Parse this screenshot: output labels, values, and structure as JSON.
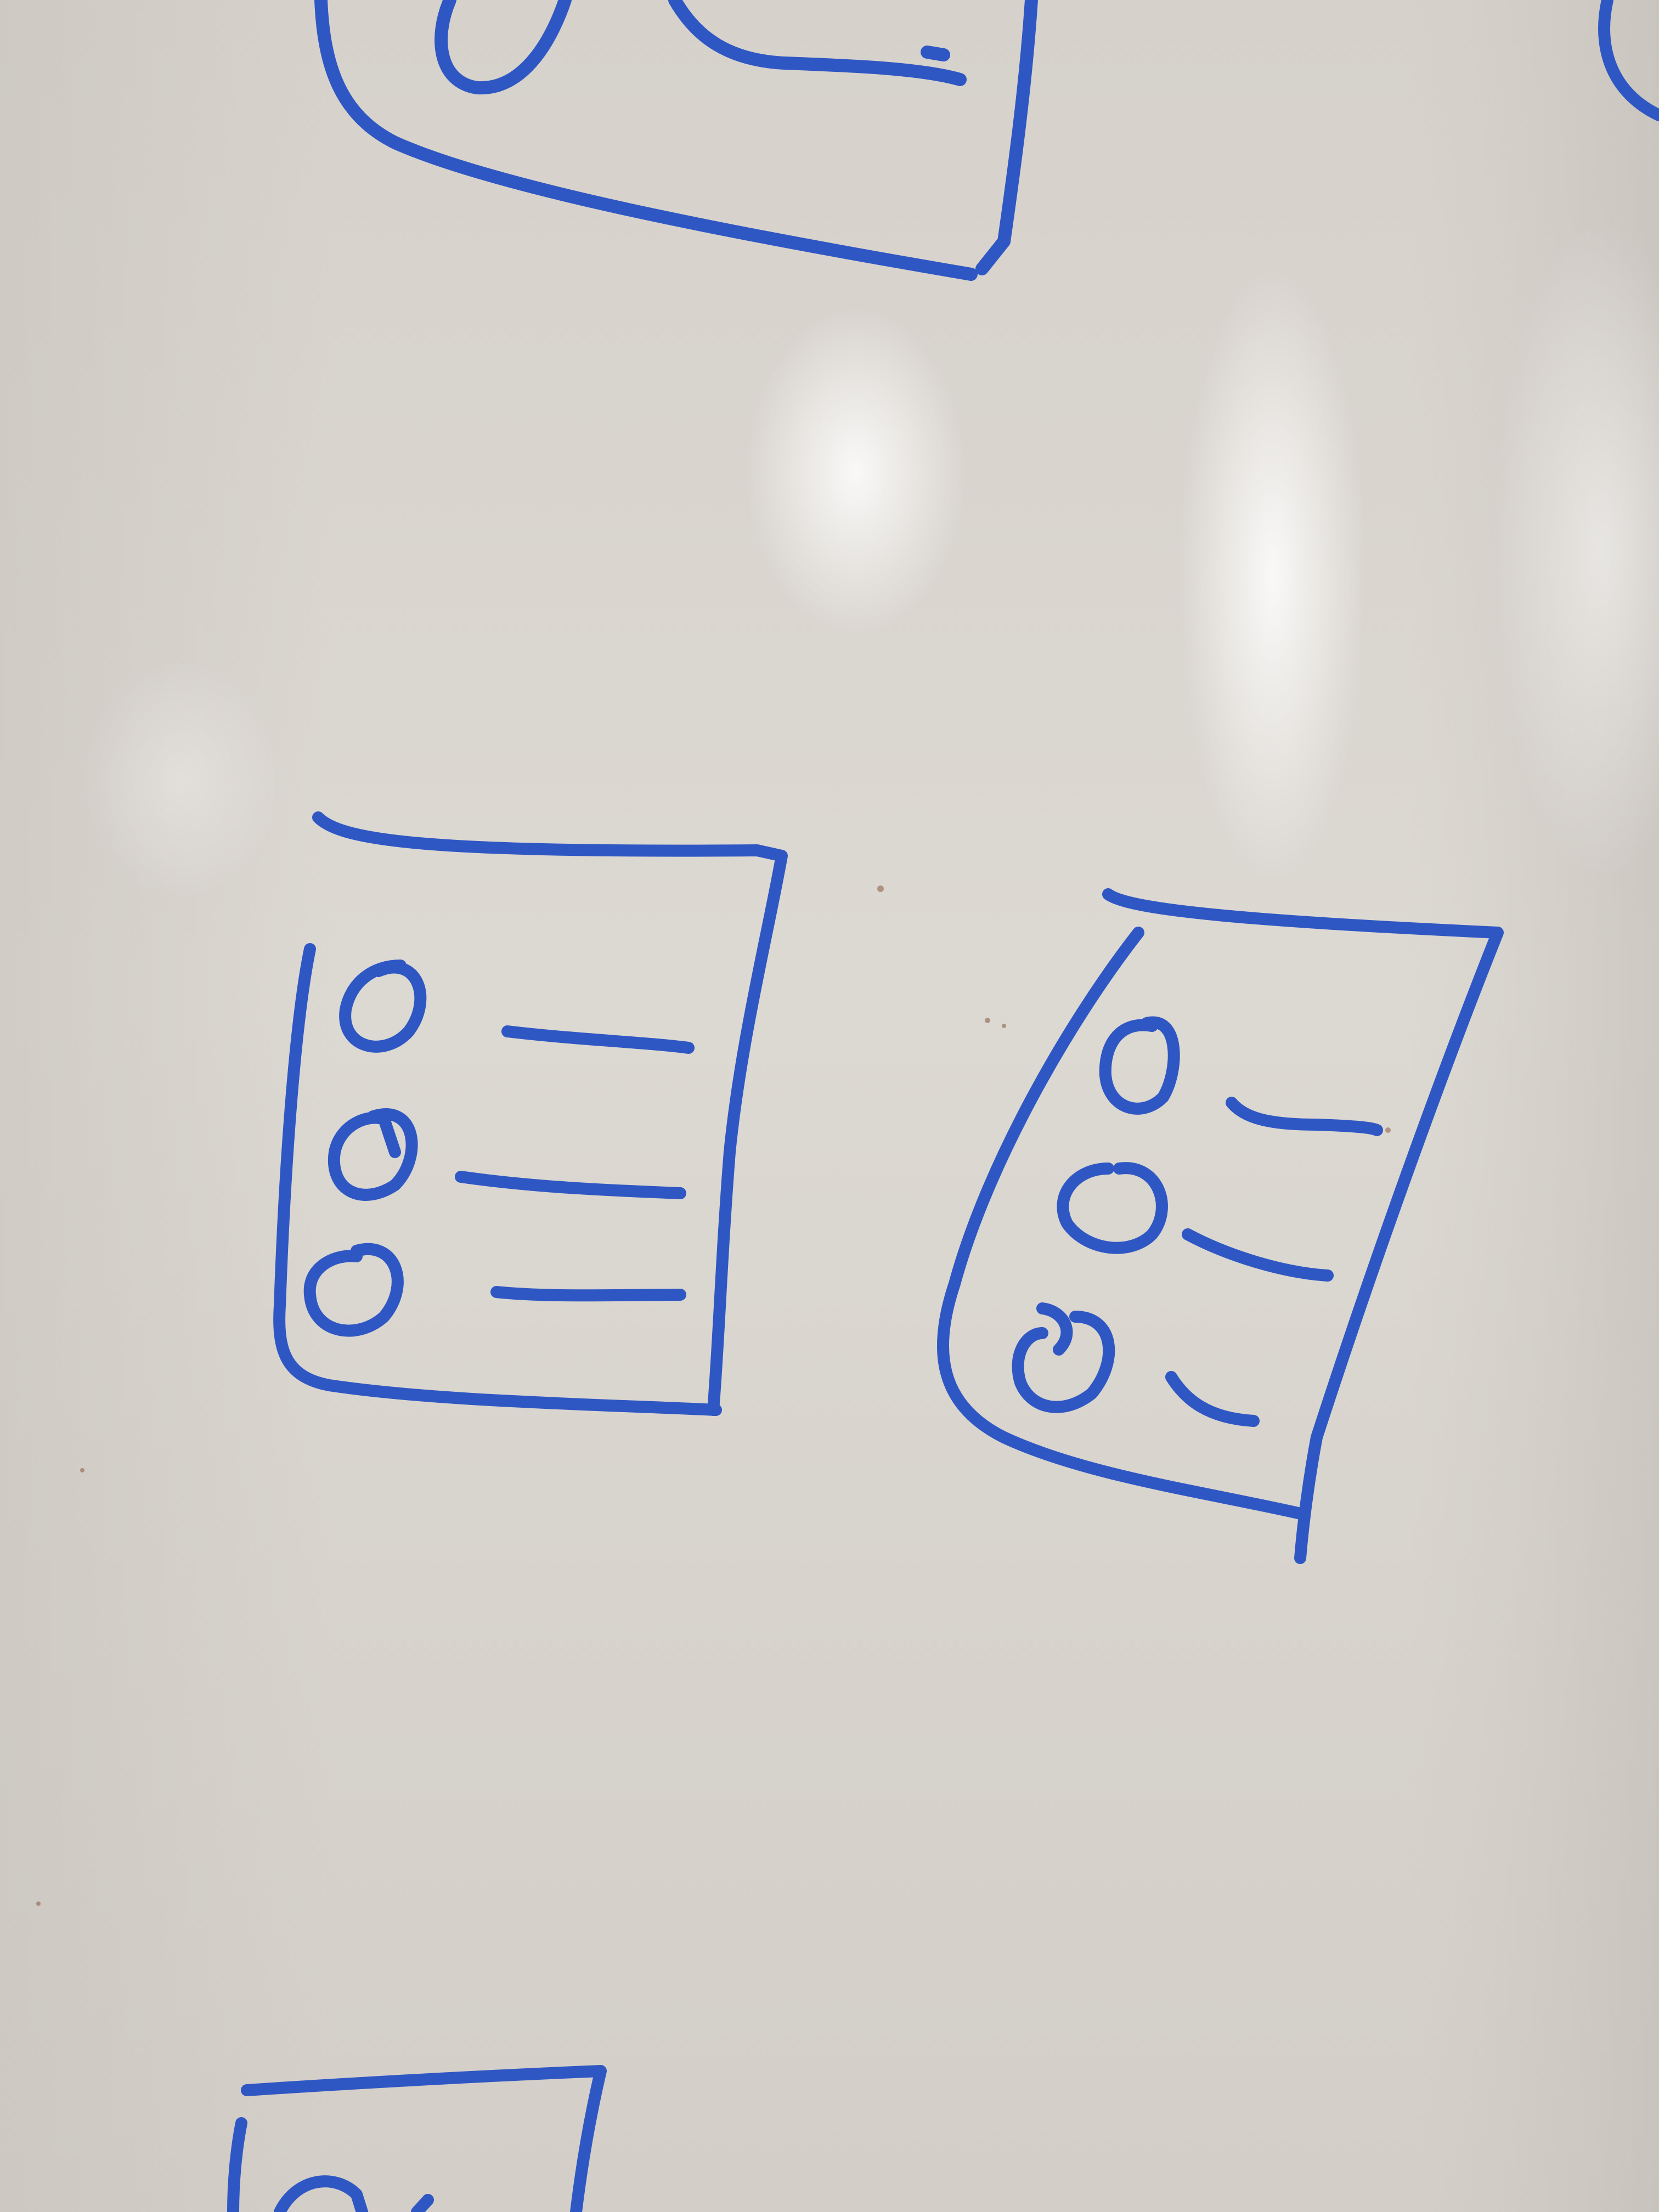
{
  "scene": {
    "description": "whiteboard-wireframe-sketches",
    "board_color": "#d9d4ce",
    "marker_color": "#2f57c4",
    "glare_color": "#ffffff"
  },
  "sketches": [
    {
      "name": "sketch-top-partial",
      "kind": "partial-card"
    },
    {
      "name": "sketch-right-edge-partial",
      "kind": "partial-stroke"
    },
    {
      "name": "list-card-left",
      "kind": "radio-list",
      "options": 3
    },
    {
      "name": "list-card-right",
      "kind": "radio-list",
      "options": 3
    },
    {
      "name": "sketch-bottom-partial",
      "kind": "partial-card"
    }
  ]
}
